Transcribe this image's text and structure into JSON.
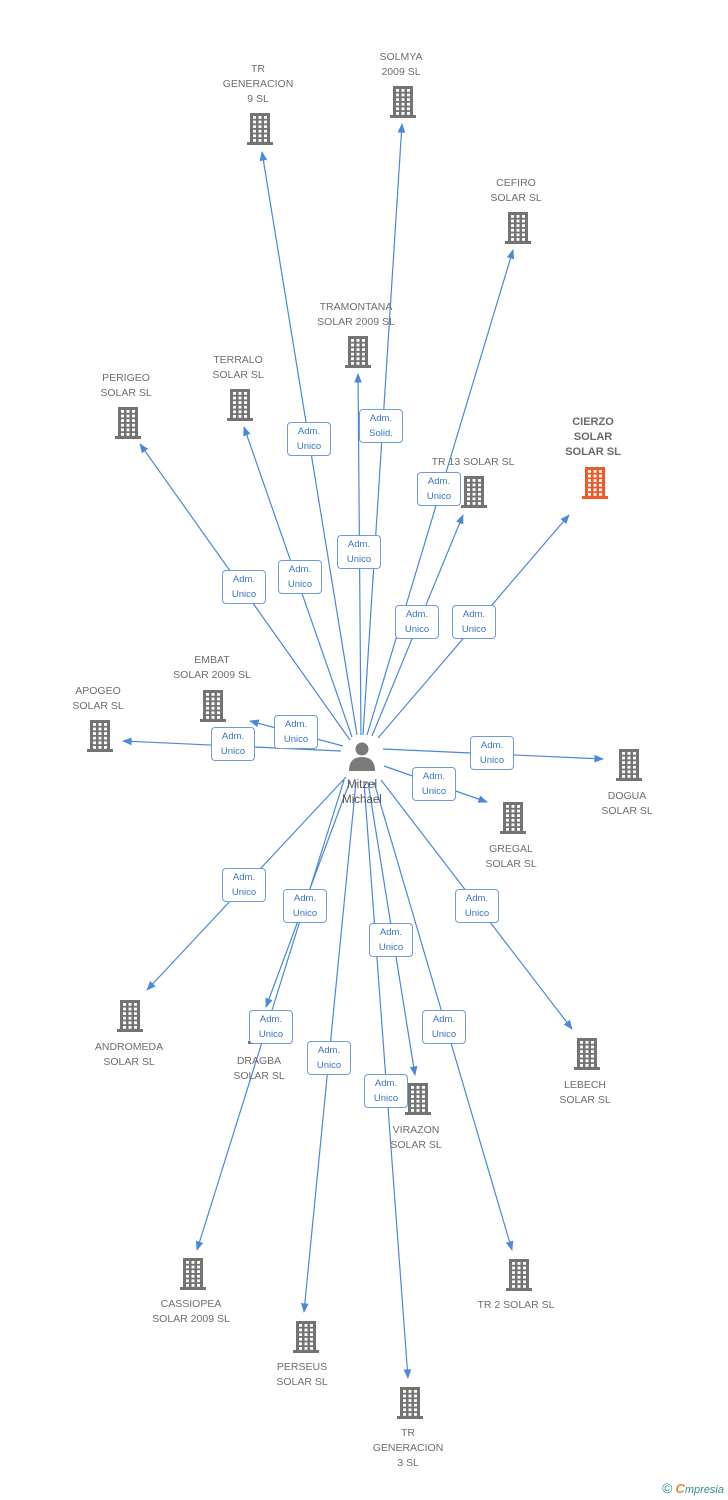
{
  "colors": {
    "edge": "#4a88d8",
    "badge_border": "#6f9bd6",
    "badge_text": "#3a74c4",
    "building": "#737373",
    "building_highlight": "#f05a28",
    "person": "#7a7a7a",
    "label": "#6e6e6e"
  },
  "icons": {
    "company": "building-icon",
    "person": "person-icon"
  },
  "center": {
    "name": "Mitzel\nMichael"
  },
  "companies": [
    {
      "id": "tr-generacion-9-sl",
      "label": "TR\nGENERACION\n9 SL",
      "role": "Adm.\nUnico",
      "highlight": false
    },
    {
      "id": "solmya-2009-sl",
      "label": "SOLMYA\n2009 SL",
      "role": "Adm.\nSolid.",
      "highlight": false
    },
    {
      "id": "cefiro-solar-sl",
      "label": "CEFIRO\nSOLAR SL",
      "role": "Adm.\nUnico",
      "highlight": false
    },
    {
      "id": "tramontana-solar-2009-sl",
      "label": "TRAMONTANA\nSOLAR 2009 SL",
      "role": "Adm.\nUnico",
      "highlight": false
    },
    {
      "id": "terralo-solar-sl",
      "label": "TERRALO\nSOLAR SL",
      "role": "Adm.\nUnico",
      "highlight": false
    },
    {
      "id": "perigeo-solar-sl",
      "label": "PERIGEO\nSOLAR SL",
      "role": "Adm.\nUnico",
      "highlight": false
    },
    {
      "id": "cierzo-solar-solar-sl",
      "label": "CIERZO\nSOLAR\nSOLAR SL",
      "role": "Adm.\nUnico",
      "highlight": true
    },
    {
      "id": "tr-13-solar-sl",
      "label": "TR 13 SOLAR SL",
      "role": "Adm.\nUnico",
      "highlight": false
    },
    {
      "id": "embat-solar-2009-sl",
      "label": "EMBAT\nSOLAR 2009 SL",
      "role": "Adm.\nUnico",
      "highlight": false
    },
    {
      "id": "apogeo-solar-sl",
      "label": "APOGEO\nSOLAR SL",
      "role": "Adm.\nUnico",
      "highlight": false
    },
    {
      "id": "dogua-solar-sl",
      "label": "DOGUA\nSOLAR SL",
      "role": "Adm.\nUnico",
      "highlight": false
    },
    {
      "id": "gregal-solar-sl",
      "label": "GREGAL\nSOLAR SL",
      "role": "Adm.\nUnico",
      "highlight": false
    },
    {
      "id": "andromeda-solar-sl",
      "label": "ANDROMEDA\nSOLAR SL",
      "role": "Adm.\nUnico",
      "highlight": false
    },
    {
      "id": "dragba-solar-sl",
      "label": "DRAGBA\nSOLAR SL",
      "role": "Adm.\nUnico",
      "highlight": false
    },
    {
      "id": "lebech-solar-sl",
      "label": "LEBECH\nSOLAR SL",
      "role": "Adm.\nUnico",
      "highlight": false
    },
    {
      "id": "virazon-solar-sl",
      "label": "VIRAZON\nSOLAR SL",
      "role": "Adm.\nUnico",
      "highlight": false
    },
    {
      "id": "cassiopea-solar-2009-sl",
      "label": "CASSIOPEA\nSOLAR 2009 SL",
      "role": "Adm.\nUnico",
      "highlight": false
    },
    {
      "id": "perseus-solar-sl",
      "label": "PERSEUS\nSOLAR SL",
      "role": "Adm.\nUnico",
      "highlight": false
    },
    {
      "id": "tr-generacion-3-sl",
      "label": "TR\nGENERACION\n3 SL",
      "role": "Adm.\nUnico",
      "highlight": false
    },
    {
      "id": "tr-2-solar-sl",
      "label": "TR 2 SOLAR SL",
      "role": "Adm.\nUnico",
      "highlight": false
    }
  ],
  "footer": {
    "copyright": "©",
    "brand_first": "C",
    "brand_rest": "mpresia"
  }
}
